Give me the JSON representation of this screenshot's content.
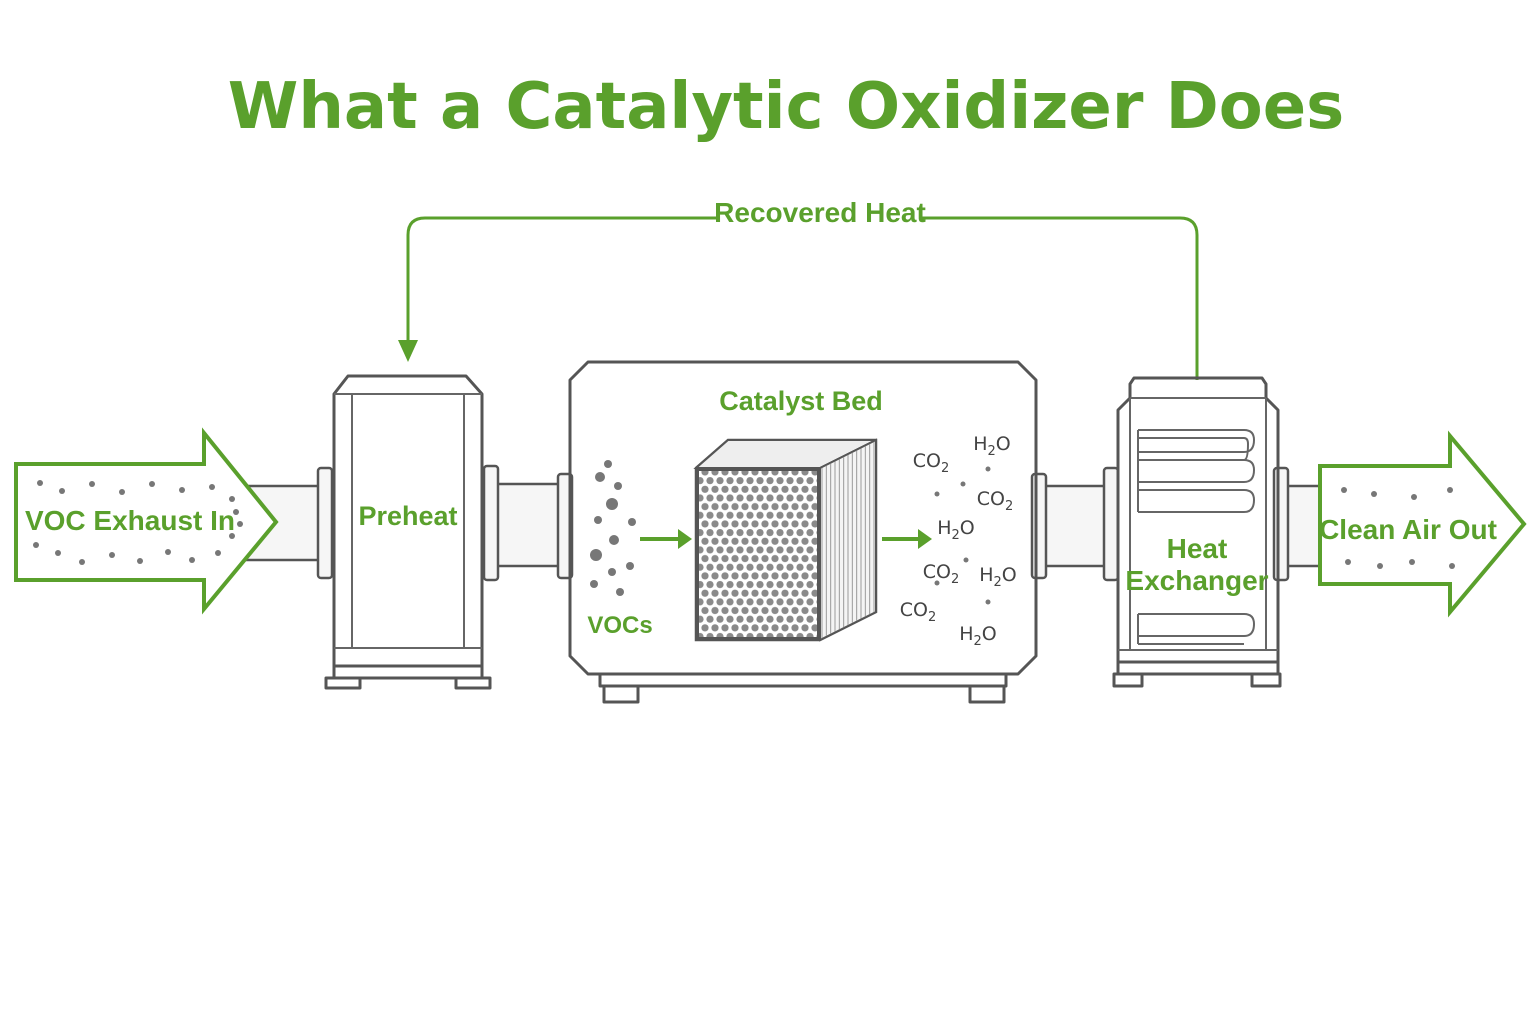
{
  "title": "What a Catalytic Oxidizer Does",
  "colors": {
    "accent_green": "#5aa02c",
    "line_gray": "#555555",
    "particle_gray": "#777777"
  },
  "flow": {
    "input_label": "VOC Exhaust In",
    "output_label": "Clean Air Out",
    "recovered_heat_label": "Recovered Heat"
  },
  "stages": {
    "preheat": "Preheat",
    "catalyst": "Catalyst Bed",
    "heat_exchanger_line1": "Heat",
    "heat_exchanger_line2": "Exchanger"
  },
  "reaction": {
    "input_label": "VOCs",
    "products": [
      {
        "base": "CO",
        "sub": "2"
      },
      {
        "base": "H",
        "sub": "2",
        "tail": "O"
      },
      {
        "base": "CO",
        "sub": "2"
      },
      {
        "base": "H",
        "sub": "2",
        "tail": "O"
      },
      {
        "base": "CO",
        "sub": "2"
      },
      {
        "base": "H",
        "sub": "2",
        "tail": "O"
      },
      {
        "base": "CO",
        "sub": "2"
      },
      {
        "base": "H",
        "sub": "2",
        "tail": "O"
      }
    ]
  },
  "icons": [
    "input-arrow-icon",
    "output-arrow-icon",
    "catalyst-honeycomb-icon",
    "heat-coil-icon",
    "flow-arrow-icon"
  ]
}
